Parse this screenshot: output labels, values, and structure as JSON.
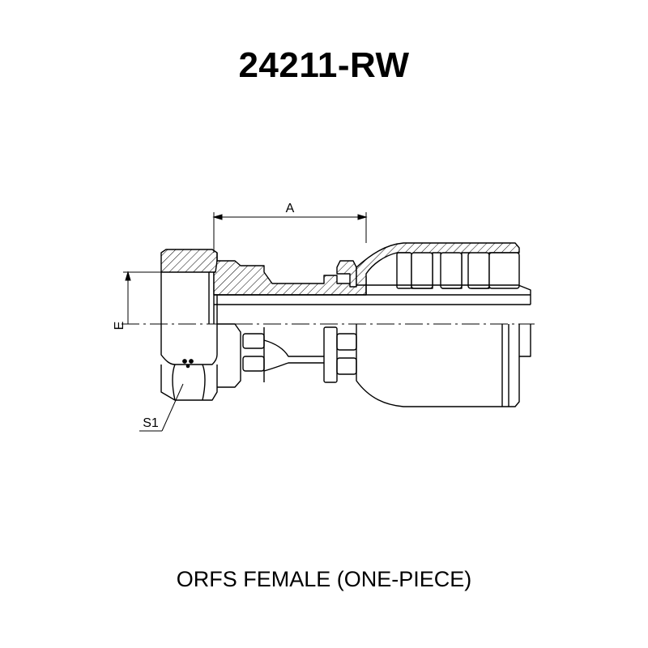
{
  "title": "24211-RW",
  "subtitle": "ORFS FEMALE (ONE-PIECE)",
  "dimensions": {
    "a_label": "A",
    "e_label": "E",
    "s1_label": "S1"
  }
}
